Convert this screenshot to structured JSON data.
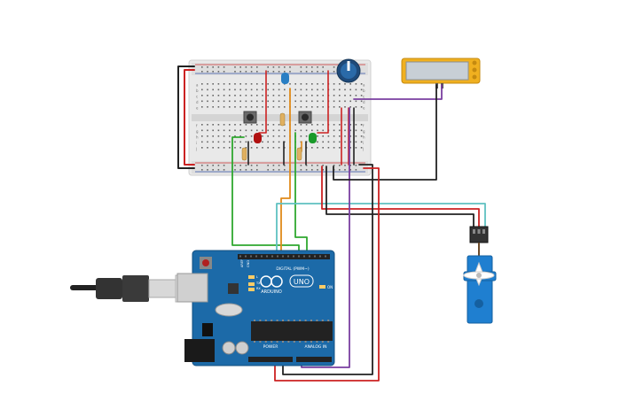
{
  "board": {
    "brand_label": "ARDUINO",
    "model_label": "UNO",
    "digital_header_label": "DIGITAL (PWM~)",
    "power_header_label": "POWER",
    "analog_header_label": "ANALOG IN",
    "on_label": "ON",
    "aref_label": "AREF",
    "gnd_label": "GND",
    "tx_label": "TX",
    "rx_label": "RX",
    "l_label": "L"
  },
  "breadboard": {
    "row_letters": [
      "a",
      "b",
      "c",
      "d",
      "e",
      "f",
      "g",
      "h",
      "i",
      "j"
    ]
  },
  "components": {
    "led_colors": {
      "red": "#b01010",
      "green": "#1a9a2a",
      "blue": "#2a7fc4"
    },
    "wire_colors": {
      "red": "#cc2222",
      "black": "#222222",
      "green": "#2fa82f",
      "orange": "#e08a1a",
      "purple": "#7a3fa0",
      "teal": "#5fc1c1"
    }
  }
}
